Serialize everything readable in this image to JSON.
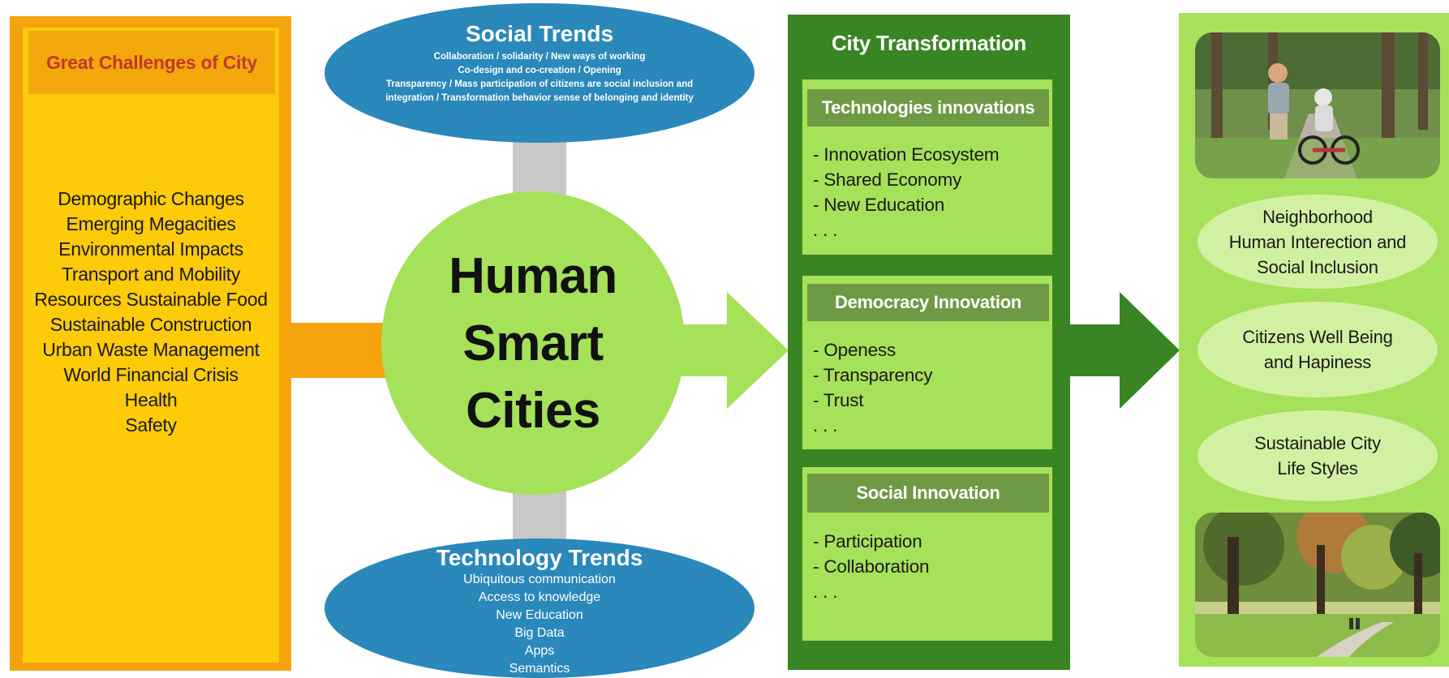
{
  "challenges": {
    "title": "Great Challenges of City",
    "items": [
      "Demographic Changes",
      "Emerging Megacities",
      "Environmental Impacts",
      "Transport and Mobility",
      "Resources Sustainable Food",
      "Sustainable Construction",
      "Urban Waste Management",
      "World Financial Crisis",
      "Health",
      "Safety"
    ]
  },
  "social_trends": {
    "title": "Social Trends",
    "lines": [
      "Collaboration / solidarity / New ways of working",
      "Co-design and co-creation / Opening",
      "Transparency / Mass participation of citizens are social inclusion and",
      "integration / Transformation behavior sense of belonging and identity"
    ]
  },
  "technology_trends": {
    "title": "Technology Trends",
    "lines": [
      "Ubiquitous communication",
      "Access to knowledge",
      "New Education",
      "Big Data",
      "Apps",
      "Semantics"
    ]
  },
  "center": {
    "lines": [
      "Human",
      "Smart",
      "Cities"
    ]
  },
  "transformation": {
    "title": "City Transformation",
    "sections": [
      {
        "header": "Technologies innovations",
        "items": [
          "- Innovation Ecosystem",
          "- Shared Economy",
          "- New Education",
          ". . ."
        ]
      },
      {
        "header": "Democracy Innovation",
        "items": [
          "- Openess",
          "- Transparency",
          "- Trust",
          ". . ."
        ]
      },
      {
        "header": "Social Innovation",
        "items": [
          "- Participation",
          "- Collaboration",
          ". . ."
        ]
      }
    ]
  },
  "outcomes": {
    "items": [
      [
        "Neighborhood",
        "Human Interection and",
        "Social Inclusion"
      ],
      [
        "Citizens Well Being",
        "and Hapiness"
      ],
      [
        "Sustainable City",
        "Life Styles"
      ]
    ]
  },
  "colors": {
    "orange": "#f4a30c",
    "yellow": "#fdcb0a",
    "blue": "#2a88bb",
    "light_green": "#a6e15a",
    "dark_green": "#3a8523",
    "title_red": "#c0392b"
  }
}
